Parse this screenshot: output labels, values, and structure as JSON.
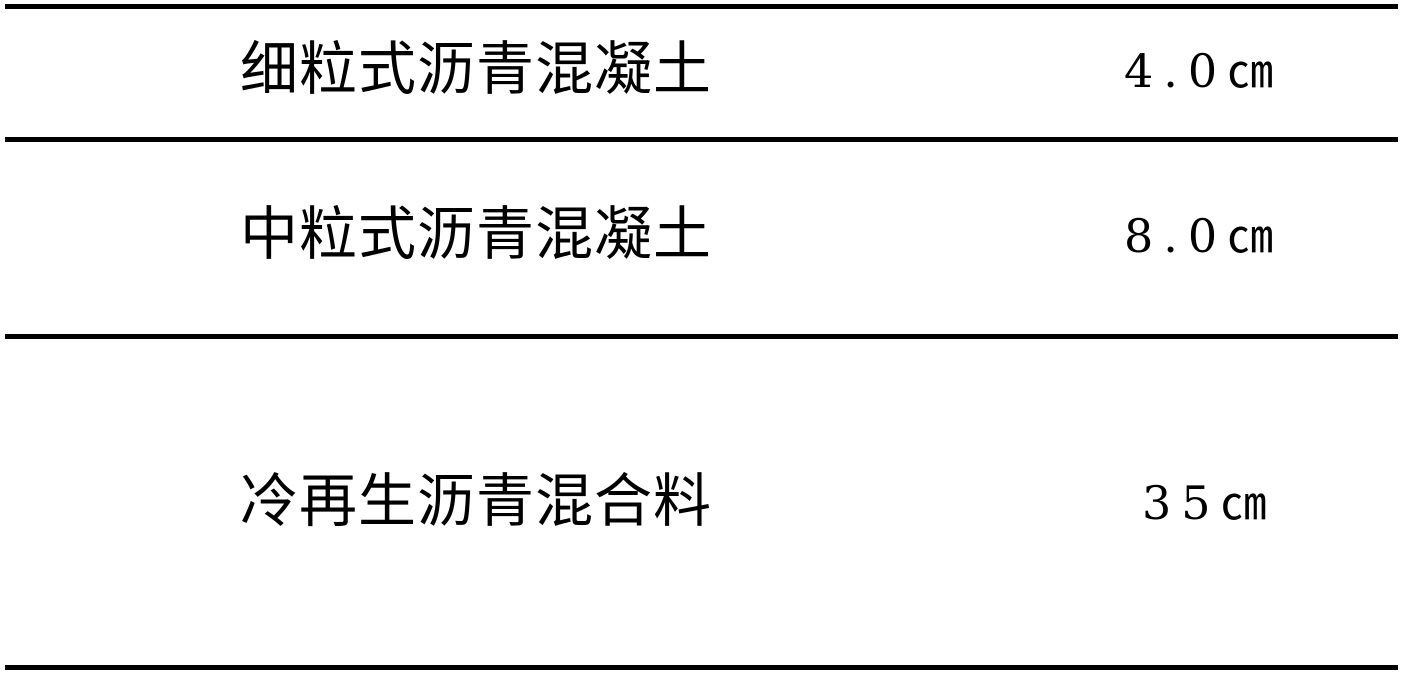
{
  "table": {
    "rows": [
      {
        "material": "细粒式沥青混凝土",
        "thickness": "4.0㎝"
      },
      {
        "material": "中粒式沥青混凝土",
        "thickness": "8.0㎝"
      },
      {
        "material": "冷再生沥青混合料",
        "thickness": "35㎝"
      }
    ]
  }
}
